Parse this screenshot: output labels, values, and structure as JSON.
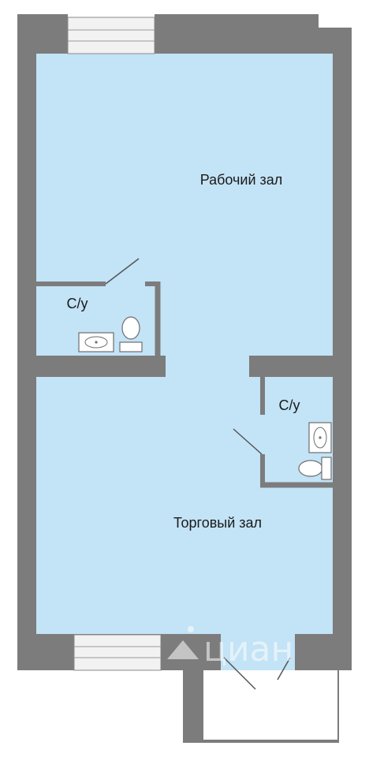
{
  "rooms": {
    "work_hall": "Рабочий зал",
    "sales_hall": "Торговый зал",
    "bathroom_1": "С/у",
    "bathroom_2": "С/у"
  },
  "watermark": {
    "text": "циан"
  },
  "colors": {
    "wall": "#7c7c7c",
    "floor": "#c3e3f6",
    "window": "#f2f2f2",
    "fixture": "#ffffff"
  },
  "icons": [
    "window-icon",
    "sink-icon",
    "toilet-icon",
    "door-swing-icon",
    "logo-icon"
  ]
}
